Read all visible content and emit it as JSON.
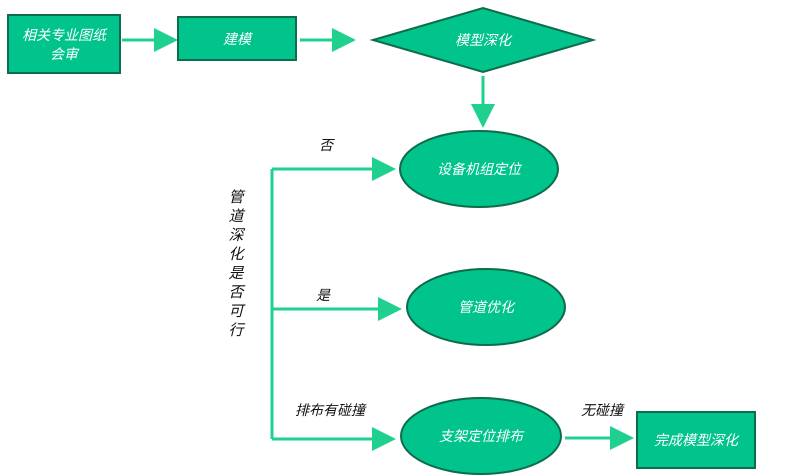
{
  "colors": {
    "node_fill": "#00c48c",
    "node_stroke": "#0f6b4a",
    "arrow": "#1fd08f",
    "label_text": "#111111",
    "node_text": "#ffffff"
  },
  "nodes": {
    "review": {
      "line1": "相关专业图纸",
      "line2": "会审"
    },
    "modeling": {
      "label": "建模"
    },
    "deepen": {
      "label": "模型深化"
    },
    "equipment": {
      "label": "设备机组定位"
    },
    "pipe_opt": {
      "label": "管道优化"
    },
    "support": {
      "label": "支架定位排布"
    },
    "complete": {
      "label": "完成模型深化"
    }
  },
  "edges": {
    "no": "否",
    "yes": "是",
    "collision": "排布有碰撞",
    "no_collision": "无碰撞"
  },
  "decision_question": [
    "管",
    "道",
    "深",
    "化",
    "是",
    "否",
    "可",
    "行"
  ]
}
